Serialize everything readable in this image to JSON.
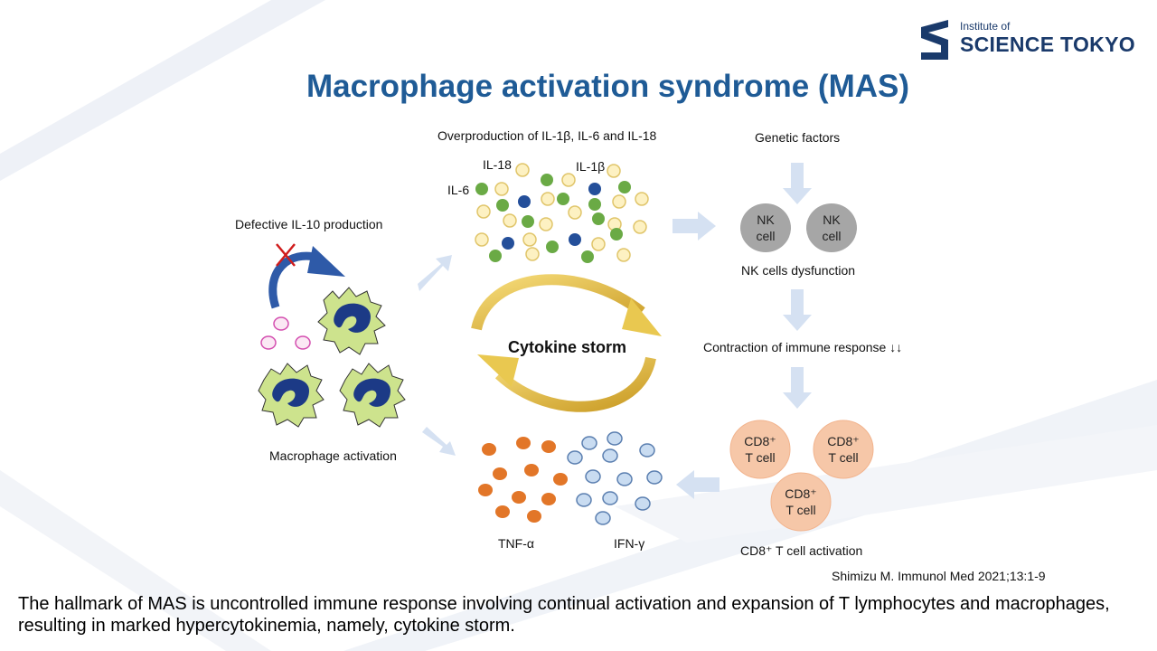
{
  "slide": {
    "title": "Macrophage activation syndrome (MAS)",
    "logo": {
      "line1": "Institute of",
      "line2": "SCIENCE TOKYO"
    },
    "citation": "Shimizu M. Immunol Med 2021;13:1-9",
    "caption": "The hallmark of MAS is uncontrolled immune response involving continual activation and expansion of T lymphocytes and macrophages, resulting in marked hypercytokinemia, namely, cytokine storm."
  },
  "diagram": {
    "overproduction": "Overproduction of IL-1β, IL-6 and IL-18",
    "il18": "IL-18",
    "il1b": "IL-1β",
    "il6": "IL-6",
    "defective_il10": "Defective IL-10 production",
    "macrophage_activation": "Macrophage activation",
    "cytokine_storm": "Cytokine storm",
    "genetic_factors": "Genetic factors",
    "nk_cell_line1": "NK",
    "nk_cell_line2": "cell",
    "nk_dysfunction": "NK cells dysfunction",
    "contraction": "Contraction of immune response ↓↓",
    "cd8_line1": "CD8⁺",
    "cd8_line2": "T cell",
    "cd8_activation": "CD8⁺ T cell activation",
    "tnf": "TNF-α",
    "ifn": "IFN-γ"
  },
  "colors": {
    "title": "#1f5b96",
    "il1b_dot": "#fdf1c2",
    "il6_dot": "#6aaa45",
    "il18_dot": "#244f9a",
    "tnf_dot": "#e27628",
    "ifn_dot": "#c9dcf1",
    "nk_cell": "#a6a6a6",
    "cd8_cell": "#f6c7a8",
    "storm_arrow": "#d9b13a",
    "flow_arrow": "#d5e1f2",
    "macrophage": "#cde38d",
    "nucleus": "#1c3a86"
  }
}
